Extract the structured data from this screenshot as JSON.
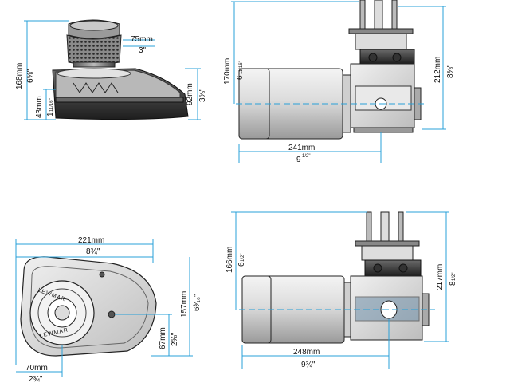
{
  "views": {
    "side": {
      "cap_width_mm": "75mm",
      "cap_width_in": "3\"",
      "height_mm": "168mm",
      "height_in": "6⅝\"",
      "base_mm": "43mm",
      "base_in_whole": "1",
      "base_in_frac": "11/16\"",
      "body_mm": "92mm",
      "body_in": "3⅝\""
    },
    "motor_top": {
      "height_mm": "170mm",
      "height_in_whole": "6",
      "height_in_frac": "11/16\"",
      "total_mm": "212mm",
      "total_in": "8⅜\"",
      "length_mm": "241mm",
      "length_in_whole": "9",
      "length_in_frac": "1/2\""
    },
    "plan": {
      "length_mm": "221mm",
      "length_in": "8¾\"",
      "width_mm": "157mm",
      "width_in": "6³⁄₁₆\"",
      "offset_mm": "67mm",
      "offset_in": "2⅝\"",
      "x_mm": "70mm",
      "x_in": "2¾\"",
      "brand_text": "LEWMAR",
      "brand_text_2": "LEWMAR"
    },
    "motor_bottom": {
      "height_mm": "166mm",
      "height_in_whole": "6",
      "height_in_frac": "1/2\"",
      "total_mm": "217mm",
      "total_in_whole": "8",
      "total_in_frac": "1/2\"",
      "length_mm": "248mm",
      "length_in": "9¾\""
    }
  },
  "colors": {
    "dimension_line": "#29a0d8",
    "ink": "#222222",
    "body_dark": "#3a3a3a",
    "body_mid": "#8c8c8c",
    "body_light": "#d9d9d9"
  }
}
